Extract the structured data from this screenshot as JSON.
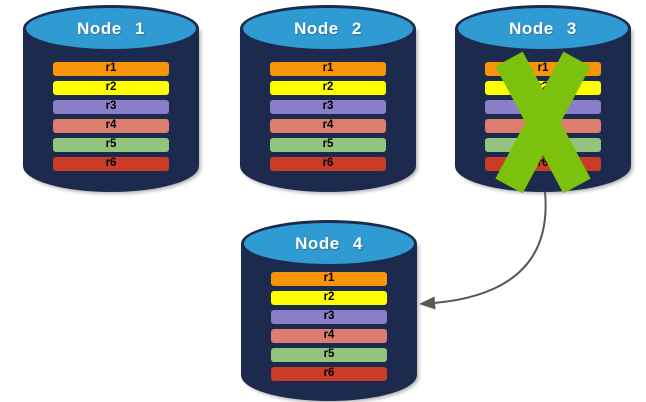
{
  "diagram": {
    "description": "Database replication failover diagram: Node 3 fails (green X) and its replicated rows move to Node 4 (arrow).",
    "colors": {
      "cylinder_body": "#1b2a4d",
      "cylinder_top": "#309bd3",
      "node_label_text": "#ffffff",
      "row_text": "#000000",
      "x_mark": "#7bc10d",
      "arrow": "#595959",
      "background": "#ffffff"
    },
    "rows": [
      {
        "label": "r1",
        "color": "#f8940a"
      },
      {
        "label": "r2",
        "color": "#ffff00"
      },
      {
        "label": "r3",
        "color": "#8a7ec6"
      },
      {
        "label": "r4",
        "color": "#dc7e6d"
      },
      {
        "label": "r5",
        "color": "#93c47d"
      },
      {
        "label": "r6",
        "color": "#ca3c28"
      }
    ],
    "nodes": [
      {
        "label": "Node 1",
        "failed": false
      },
      {
        "label": "Node 2",
        "failed": false
      },
      {
        "label": "Node 3",
        "failed": true
      },
      {
        "label": "Node 4",
        "failed": false
      }
    ]
  }
}
